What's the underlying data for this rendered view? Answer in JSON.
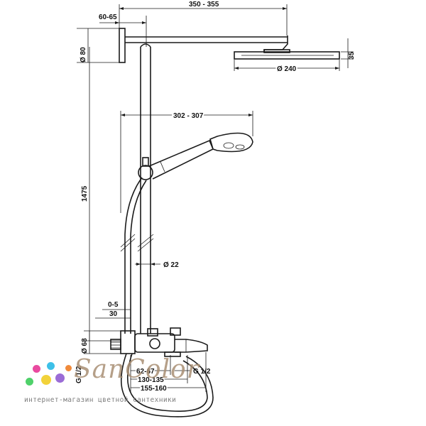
{
  "dimensions": {
    "arm_length": "350 - 355",
    "wall_offset": "60-65",
    "flange_diameter": "Ø 80",
    "head_height": "35",
    "head_diameter": "Ø 240",
    "hand_arm": "302 - 307",
    "overall_height": "1475",
    "pipe_diameter": "Ø 22",
    "wall_gap": "0-5",
    "wall_depth": "30",
    "valve_diameter": "Ø 68",
    "side_connection": "G 1/2",
    "spout_offset": "62-67",
    "spout_projection": "130-135",
    "spout_total": "155-160",
    "inlet_connection": "G 1/2"
  },
  "brand": {
    "name": "SanColor",
    "tagline": "интернет-магазин цветной сантехники",
    "dot_colors": [
      "#e94aa0",
      "#3dc0e8",
      "#f2d23a",
      "#9b6cd6",
      "#4fd16a",
      "#f08a3a"
    ]
  }
}
